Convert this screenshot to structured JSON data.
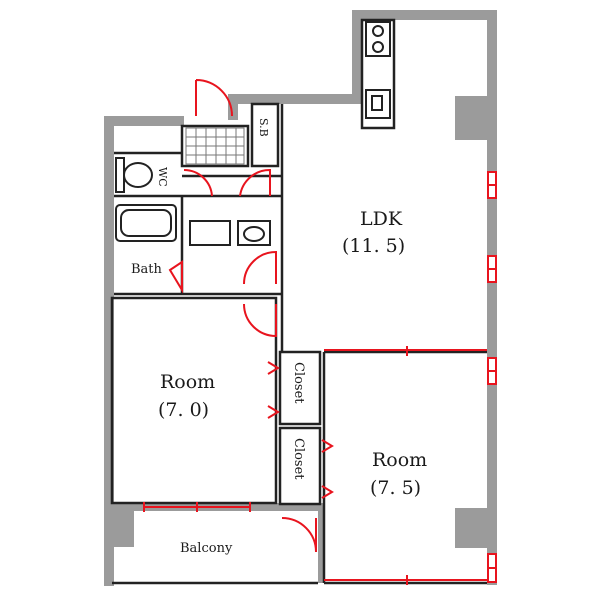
{
  "rooms": {
    "ldk": {
      "name": "LDK",
      "size": "(11. 5)"
    },
    "room_west": {
      "name": "Room",
      "size": "(7. 0)"
    },
    "room_east": {
      "name": "Room",
      "size": "(7. 5)"
    },
    "bath": "Bath",
    "wc": "WC",
    "storage": "S.B",
    "closet_upper": "Closet",
    "closet_lower": "Closet",
    "balcony": "Balcony"
  },
  "colors": {
    "wall": "#9b9b9b",
    "line": "#222222",
    "door": "#e8141e",
    "background": "#ffffff"
  }
}
